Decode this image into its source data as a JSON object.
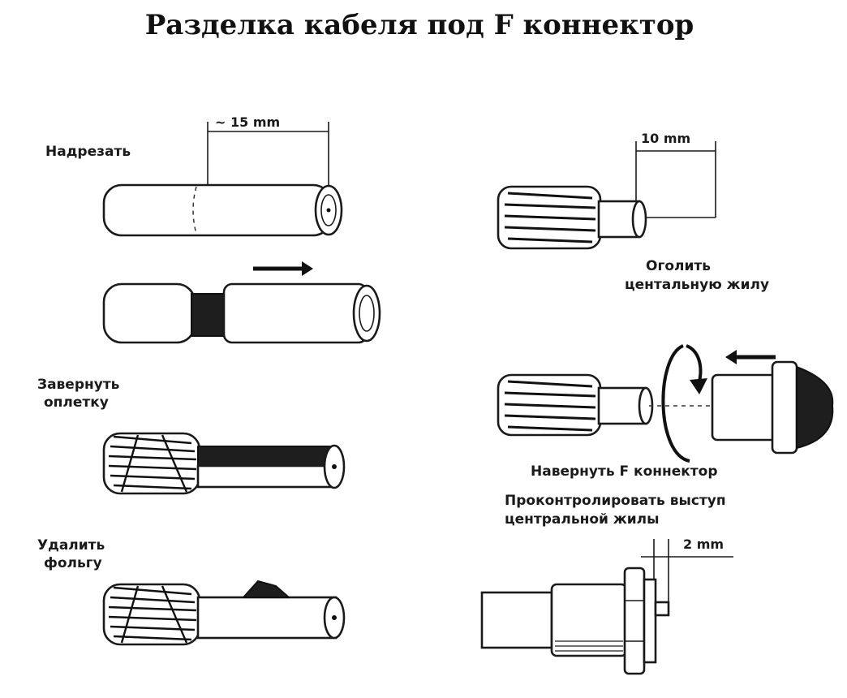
{
  "title": "Разделка кабеля под F коннектор",
  "steps": {
    "cut": {
      "label": "Надрезать",
      "dimension": "~ 15 mm"
    },
    "fold_braid": {
      "label_line1": "Завернуть",
      "label_line2": "оплетку"
    },
    "remove_foil": {
      "label_line1": "Удалить",
      "label_line2": "фольгу"
    },
    "strip_core": {
      "label_line1": "Оголить",
      "label_line2": "центальную жилу",
      "dimension": "10 mm"
    },
    "screw_connector": {
      "label": "Навернуть F коннектор"
    },
    "check_core": {
      "label_line1": "Проконтролировать выступ",
      "label_line2": "центральной жилы",
      "dimension": "2 mm"
    }
  }
}
